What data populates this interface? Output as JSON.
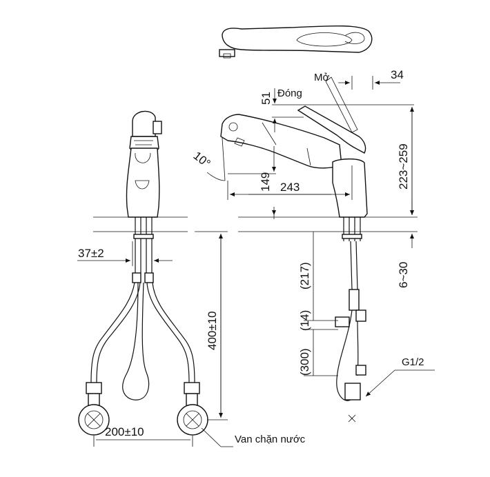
{
  "labels": {
    "open": "Mở",
    "close": "Đóng",
    "shutoff_valve": "Van chặn nước",
    "thread": "G1/2"
  },
  "dimensions": {
    "handle_offset": "34",
    "handle_height": "51",
    "tilt_angle": "10°",
    "spout_height": "149",
    "spout_reach": "243",
    "total_height": "223~259",
    "deck_thickness": "6~30",
    "shank_spacing": "37±2",
    "hose_length": "400±10",
    "hose_217": "(217)",
    "hose_14": "(14)",
    "hose_300": "(300)",
    "valve_spacing": "200±10"
  }
}
